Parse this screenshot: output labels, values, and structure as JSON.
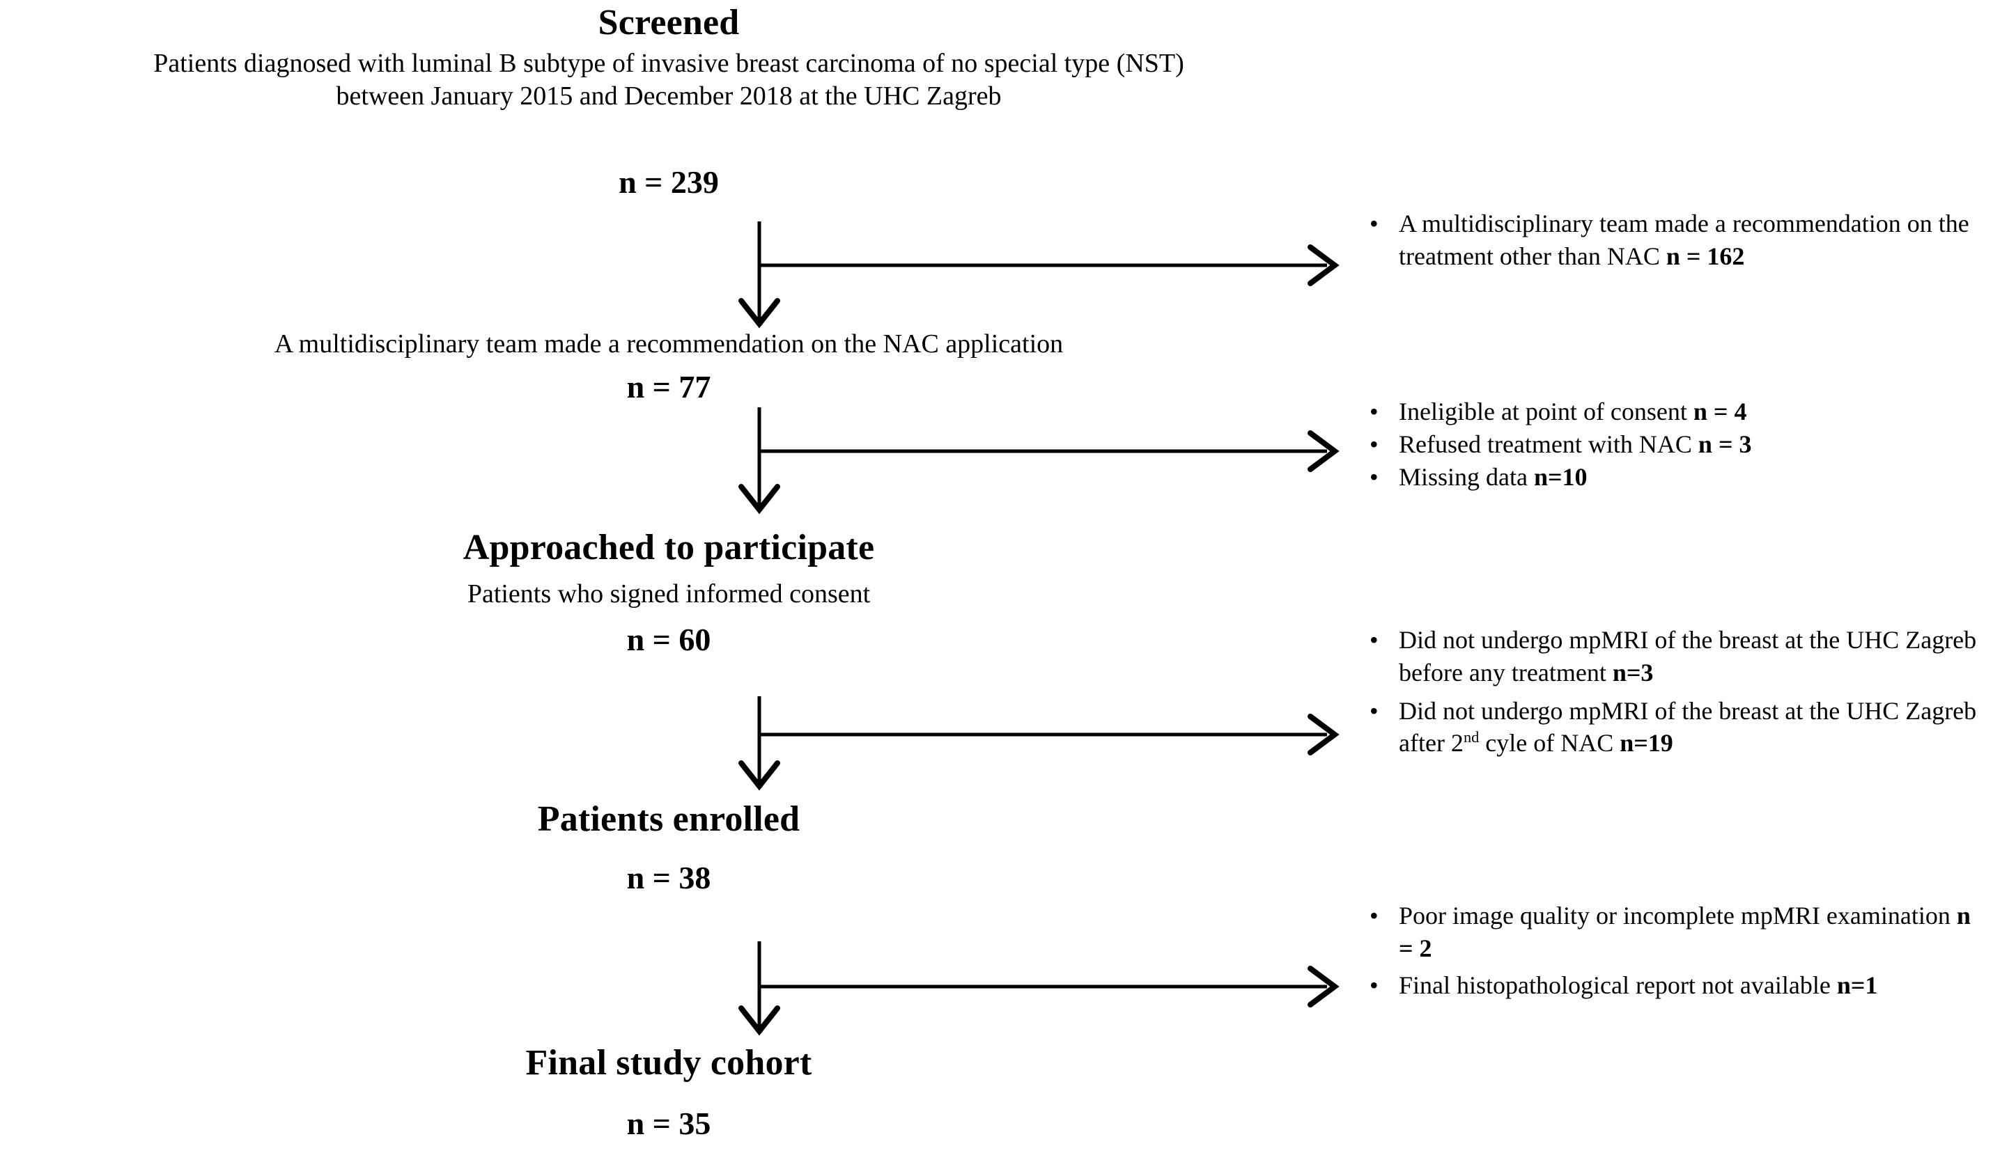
{
  "figure": {
    "type": "flow-diagram",
    "orientation": "top-to-bottom",
    "background_color": "#ffffff",
    "line_color": "#000000",
    "text_color": "#000000"
  },
  "nodes": [
    {
      "id": "screened",
      "title": "Screened",
      "subtitle_line1": "Patients diagnosed with luminal B subtype of invasive breast carcinoma of no special type (NST)",
      "subtitle_line2": "between January 2015 and December 2018 at the UHC Zagreb",
      "n_label": "n = 239",
      "n_value": 239
    },
    {
      "id": "mdt-nac",
      "title": "",
      "subtitle_line1": "A multidisciplinary team made a recommendation on the NAC application",
      "subtitle_line2": "",
      "n_label": "n = 77",
      "n_value": 77
    },
    {
      "id": "approached",
      "title": "Approached to participate",
      "subtitle_line1": "Patients who signed informed consent",
      "subtitle_line2": "",
      "n_label": "n = 60",
      "n_value": 60
    },
    {
      "id": "enrolled",
      "title": "Patients enrolled",
      "subtitle_line1": "",
      "subtitle_line2": "",
      "n_label": "n = 38",
      "n_value": 38
    },
    {
      "id": "final-cohort",
      "title": "Final study cohort",
      "subtitle_line1": "",
      "subtitle_line2": "",
      "n_label": "n = 35",
      "n_value": 35
    }
  ],
  "exclusion_groups": [
    {
      "id": "exclusion-1",
      "after_node": "screened",
      "items": [
        {
          "marker": "•",
          "text_before": "A multidisciplinary team made a recommendation on the treatment other than NAC ",
          "count_label": "n = 162",
          "count_value": 162
        }
      ]
    },
    {
      "id": "exclusion-2",
      "after_node": "mdt-nac",
      "items": [
        {
          "marker": "•",
          "text_before": "Ineligible at point of consent ",
          "count_label": "n = 4",
          "count_value": 4
        },
        {
          "marker": "•",
          "text_before": "Refused treatment with NAC ",
          "count_label": "n = 3",
          "count_value": 3
        },
        {
          "marker": "•",
          "text_before": "Missing data ",
          "count_label": "n=10",
          "count_value": 10
        }
      ]
    },
    {
      "id": "exclusion-3",
      "after_node": "approached",
      "items": [
        {
          "marker": "•",
          "text_before": "Did not undergo mpMRI of the breast at the UHC Zagreb before any treatment ",
          "count_label": "n=3",
          "count_value": 3
        },
        {
          "marker": "•",
          "text_before": "Did not undergo mpMRI of the breast at the UHC Zagreb  after 2",
          "superscript": "nd",
          "text_after": " cyle of NAC ",
          "count_label": "n=19",
          "count_value": 19
        }
      ]
    },
    {
      "id": "exclusion-4",
      "after_node": "enrolled",
      "items": [
        {
          "marker": "•",
          "text_before": "Poor image quality or incomplete mpMRI examination ",
          "count_label": "n = 2",
          "count_value": 2
        },
        {
          "marker": "•",
          "text_before": "Final histopathological report not available ",
          "count_label": "n=1",
          "count_value": 1
        }
      ]
    }
  ],
  "connectors": [
    {
      "id": "connector-1",
      "from": "screened",
      "to": "mdt-nac",
      "branch_to": "exclusion-1"
    },
    {
      "id": "connector-2",
      "from": "mdt-nac",
      "to": "approached",
      "branch_to": "exclusion-2"
    },
    {
      "id": "connector-3",
      "from": "approached",
      "to": "enrolled",
      "branch_to": "exclusion-3"
    },
    {
      "id": "connector-4",
      "from": "enrolled",
      "to": "final-cohort",
      "branch_to": "exclusion-4"
    }
  ]
}
